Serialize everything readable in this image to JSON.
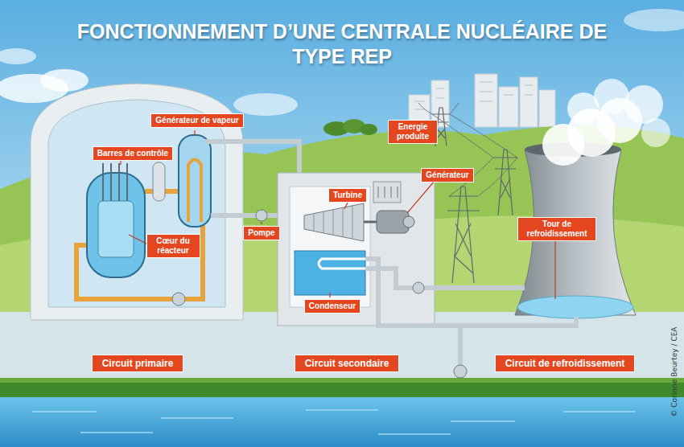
{
  "diagram": {
    "title": "FONCTIONNEMENT D’UNE CENTRALE NUCLÉAIRE DE TYPE REP",
    "nodes": [
      {
        "text": [
          "Générateur de vapeur"
        ]
      },
      {
        "text": [
          "Barres de contrôle"
        ]
      },
      {
        "text": [
          "Energie produite"
        ]
      },
      {
        "text": [
          "Générateur"
        ]
      },
      {
        "text": [
          "Turbine"
        ]
      },
      {
        "text": [
          "Tour de refroidissement"
        ]
      },
      {
        "text": [
          "Pompe"
        ]
      },
      {
        "text": [
          "Cœur du réacteur"
        ]
      },
      {
        "text": [
          "Condenseur"
        ]
      },
      {
        "text": [
          "Circuit primaire"
        ]
      },
      {
        "text": [
          "Circuit secondaire"
        ]
      },
      {
        "text": [
          "Circuit de refroidissement"
        ]
      }
    ],
    "labels": [
      "© Corinne Beurtey / CEA"
    ]
  }
}
